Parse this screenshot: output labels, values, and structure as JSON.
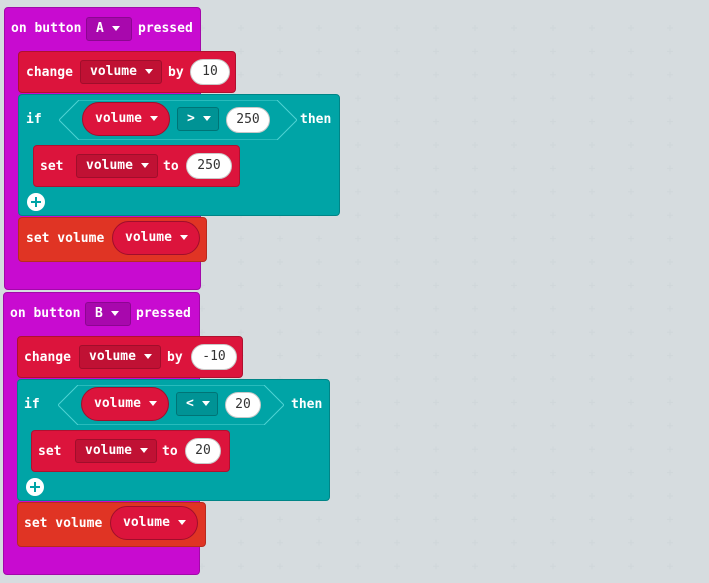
{
  "colors": {
    "event": "#c80bd0",
    "variables": "#dc143c",
    "logic": "#00a4a6",
    "set_block": "#e03424",
    "canvas": "#ecf0f1"
  },
  "handler_a": {
    "on_label": "on button",
    "button": "A",
    "pressed_label": "pressed",
    "change": {
      "label": "change",
      "variable": "volume",
      "by_label": "by",
      "value": "10"
    },
    "if": {
      "if_label": "if",
      "left_variable": "volume",
      "operator": ">",
      "right_value": "250",
      "then_label": "then",
      "set": {
        "label": "set",
        "variable": "volume",
        "to_label": "to",
        "value": "250"
      }
    },
    "set_music": {
      "label": "set volume",
      "variable": "volume"
    }
  },
  "handler_b": {
    "on_label": "on button",
    "button": "B",
    "pressed_label": "pressed",
    "change": {
      "label": "change",
      "variable": "volume",
      "by_label": "by",
      "value": "-10"
    },
    "if": {
      "if_label": "if",
      "left_variable": "volume",
      "operator": "<",
      "right_value": "20",
      "then_label": "then",
      "set": {
        "label": "set",
        "variable": "volume",
        "to_label": "to",
        "value": "20"
      }
    },
    "set_music": {
      "label": "set volume",
      "variable": "volume"
    }
  },
  "icons": {
    "add": "plus-circle-icon",
    "dropdown": "caret-down-icon"
  }
}
